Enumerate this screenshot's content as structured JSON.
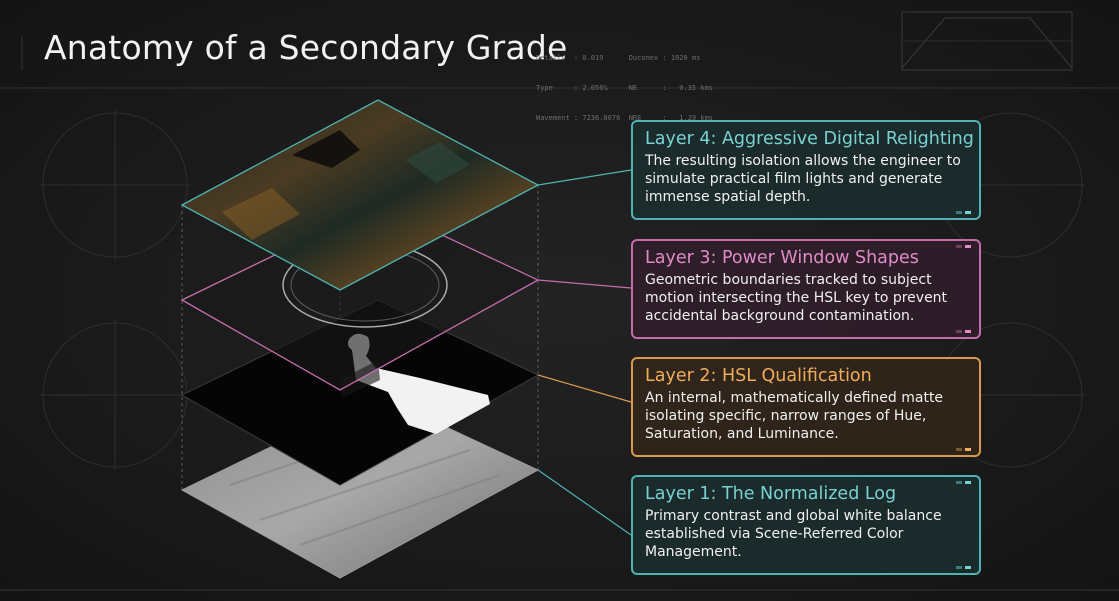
{
  "page": {
    "title": "Anatomy of a Secondary Grade",
    "readout": [
      "Details  : 0.019      Duconex : 1020 ms",
      "Type     : 2.056%     NE      :   0.35 kms",
      "Wavement : 7236.0076  NRE     :   1.29 kms"
    ]
  },
  "layers": [
    {
      "title": "Layer 4: Aggressive Digital Relighting",
      "body": "The resulting isolation allows the engineer to simulate practical film lights and generate immense spatial depth.",
      "accent": "#4fb3b3"
    },
    {
      "title": "Layer 3: Power Window Shapes",
      "body": "Geometric boundaries tracked to subject motion intersecting the HSL key to prevent accidental background contamination.",
      "accent": "#c56dab"
    },
    {
      "title": "Layer 2: HSL Qualification",
      "body": "An internal, mathematically defined matte isolating specific, narrow ranges of Hue, Saturation, and Luminance.",
      "accent": "#d99a4f"
    },
    {
      "title": "Layer 1: The Normalized Log",
      "body": "Primary contrast and global white balance established via Scene-Referred Color Management.",
      "accent": "#4fb3b3"
    }
  ],
  "colors": {
    "background": "#1b1b1b",
    "teal": "#4fb3b3",
    "magenta": "#c56dab",
    "orange": "#d99a4f"
  }
}
